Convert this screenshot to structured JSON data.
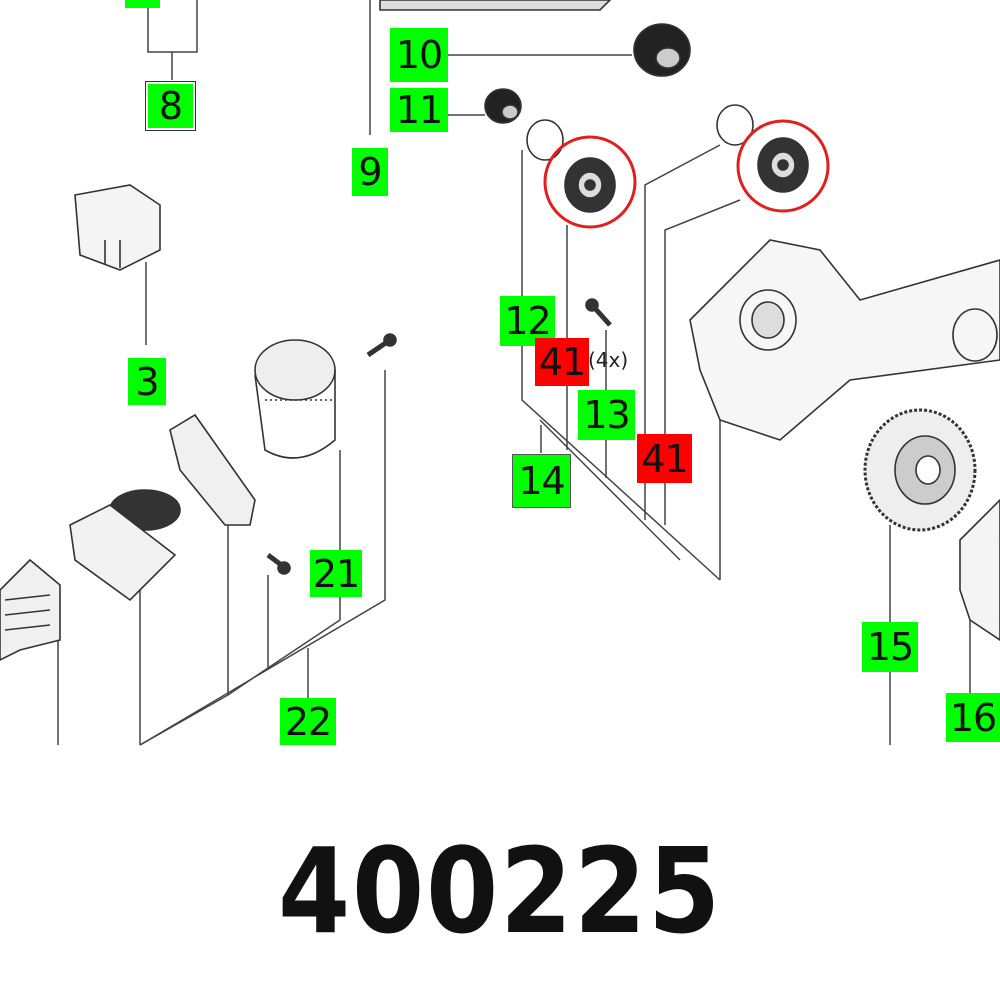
{
  "part_number": "400225",
  "colors": {
    "label_green": "#00ff00",
    "label_red": "#ff0000",
    "highlight_circle": "#e02020"
  },
  "labels": {
    "l8": "8",
    "l9": "9",
    "l10": "10",
    "l11": "11",
    "l3": "3",
    "l12": "12",
    "l41a": "41",
    "l13": "13",
    "l14": "14",
    "l41b": "41",
    "l21": "21",
    "l22": "22",
    "l15": "15",
    "l16": "16"
  },
  "quantity_note": "(4x)"
}
